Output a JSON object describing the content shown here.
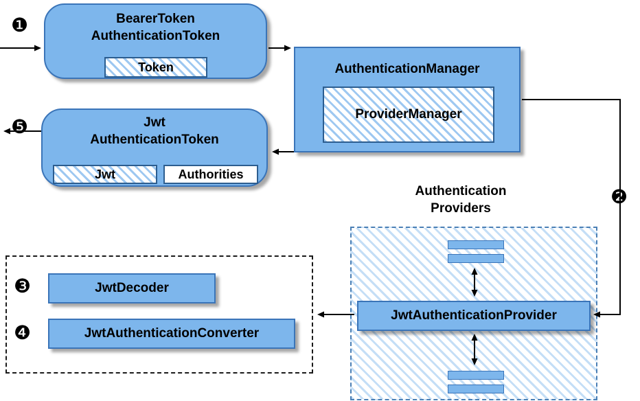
{
  "colors": {
    "box_fill": "#7db6ec",
    "box_border": "#3a74b8",
    "inner_border": "#2c5d8f",
    "arrow": "#000000",
    "shadow": "#a0a0a0"
  },
  "steps": {
    "one": "❶",
    "two": "❷",
    "three": "❸",
    "four": "❹",
    "five": "❺"
  },
  "bearer_token": {
    "title_line1": "BearerToken",
    "title_line2": "AuthenticationToken",
    "token_label": "Token"
  },
  "auth_manager": {
    "title": "AuthenticationManager",
    "provider_manager_label": "ProviderManager"
  },
  "jwt_token": {
    "title_line1": "Jwt",
    "title_line2": "AuthenticationToken",
    "jwt_label": "Jwt",
    "authorities_label": "Authorities"
  },
  "providers": {
    "label_line1": "Authentication",
    "label_line2": "Providers",
    "provider_label": "JwtAuthenticationProvider"
  },
  "support": {
    "decoder_label": "JwtDecoder",
    "converter_label": "JwtAuthenticationConverter"
  }
}
